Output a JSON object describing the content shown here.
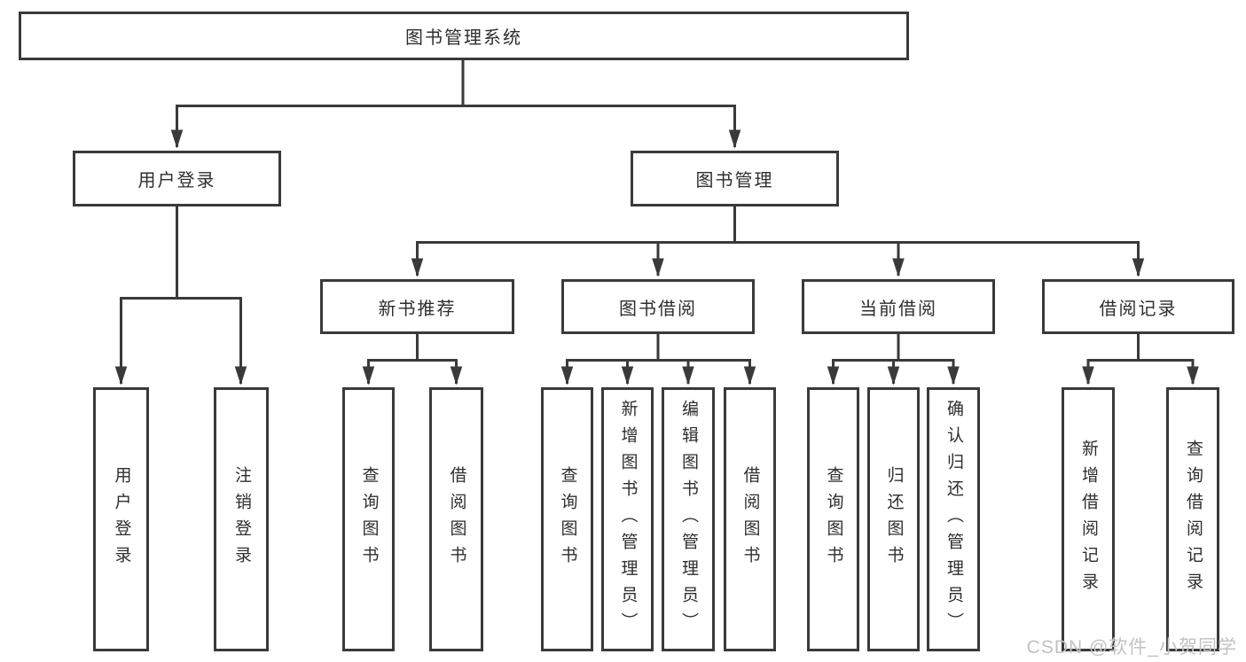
{
  "tree": {
    "label": "图书管理系统",
    "children": [
      {
        "label": "用户登录",
        "children": [
          {
            "label": "用户登录"
          },
          {
            "label": "注销登录"
          }
        ]
      },
      {
        "label": "图书管理",
        "children": [
          {
            "label": "新书推荐",
            "children": [
              {
                "label": "查询图书"
              },
              {
                "label": "借阅图书"
              }
            ]
          },
          {
            "label": "图书借阅",
            "children": [
              {
                "label": "查询图书"
              },
              {
                "label": "新增图书（管理员）"
              },
              {
                "label": "编辑图书（管理员）"
              },
              {
                "label": "借阅图书"
              }
            ]
          },
          {
            "label": "当前借阅",
            "children": [
              {
                "label": "查询图书"
              },
              {
                "label": "归还图书"
              },
              {
                "label": "确认归还（管理员）"
              }
            ]
          },
          {
            "label": "借阅记录",
            "children": [
              {
                "label": "新增借阅记录"
              },
              {
                "label": "查询借阅记录"
              }
            ]
          }
        ]
      }
    ]
  },
  "watermark": {
    "text": "CSDN @软件_小贺同学"
  },
  "style": {
    "line_color": "#3a3a3a",
    "box_border_color": "#3a3a3a",
    "text_color": "#2e2e2e",
    "watermark_color": "#c2c2c2",
    "background": "#ffffff"
  }
}
